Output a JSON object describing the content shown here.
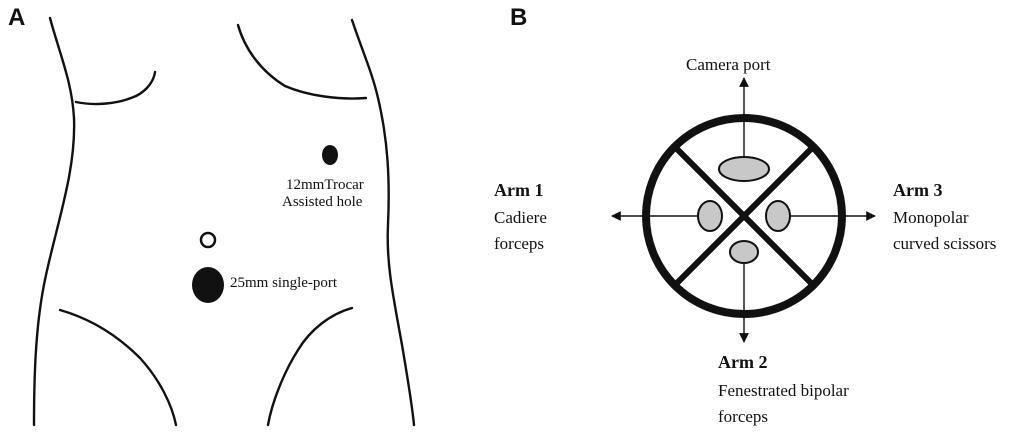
{
  "panel_a": {
    "letter": "A",
    "trocar_label_line1": "12mmTrocar",
    "trocar_label_line2": "Assisted hole",
    "single_port_label": "25mm single-port"
  },
  "panel_b": {
    "letter": "B",
    "camera_label": "Camera port",
    "arm1": {
      "title": "Arm 1",
      "line1": "Cadiere",
      "line2": "forceps"
    },
    "arm2": {
      "title": "Arm 2",
      "line1": "Fenestrated bipolar",
      "line2": "forceps"
    },
    "arm3": {
      "title": "Arm 3",
      "line1": "Monopolar",
      "line2": "curved scissors"
    }
  },
  "colors": {
    "line": "#111111",
    "port_fill": "#c8c8c8",
    "text": "#111111"
  }
}
